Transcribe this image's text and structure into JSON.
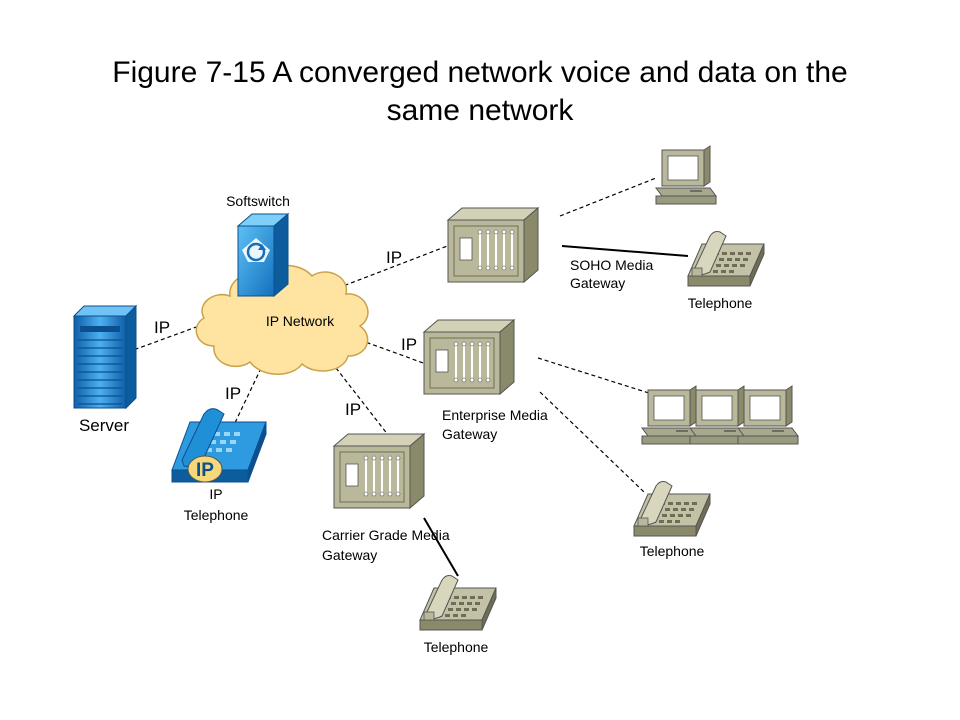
{
  "title": {
    "line1": "Figure 7-15 A converged network voice and data on the",
    "line2": "same network"
  },
  "labels": {
    "softswitch": "Softswitch",
    "ip_network": "IP Network",
    "server": "Server",
    "ip_telephone_line1": "IP",
    "ip_telephone_line2": "Telephone",
    "ip_badge": "IP",
    "soho_line1": "SOHO Media",
    "soho_line2": "Gateway",
    "enterprise_line1": "Enterprise Media",
    "enterprise_line2": "Gateway",
    "carrier_line1": "Carrier Grade Media",
    "carrier_line2": "Gateway",
    "telephone_soho": "Telephone",
    "telephone_enterprise": "Telephone",
    "telephone_carrier": "Telephone"
  },
  "link_labels": {
    "server_link": "IP",
    "soho_link": "IP",
    "enterprise_link": "IP",
    "ip_phone_link": "IP",
    "carrier_link": "IP"
  },
  "colors": {
    "cloud": "#FFE3A0",
    "cloud_stroke": "#C9A24A",
    "device_blue": "#1F8FD8",
    "gateway_body": "#B9B89A",
    "gateway_dark": "#8A8A6A",
    "terminal": "#A8A88C"
  }
}
